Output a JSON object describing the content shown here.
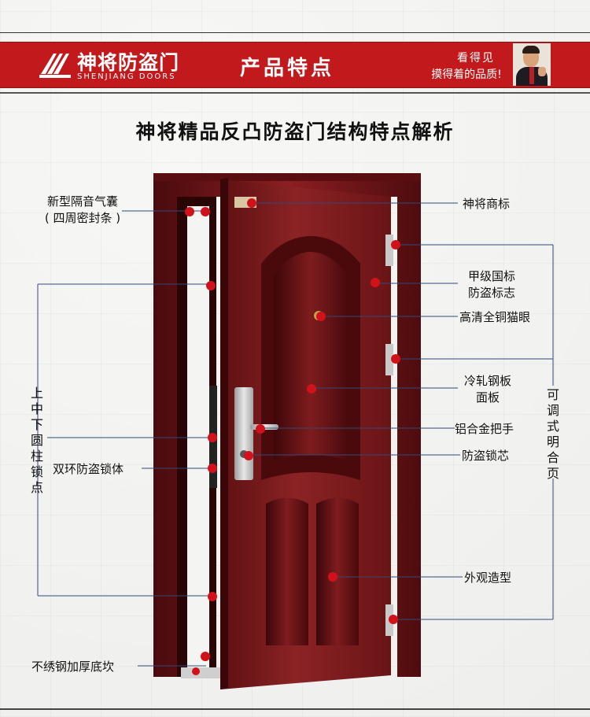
{
  "header": {
    "brand_cn": "神将防盗门",
    "brand_en": "SHENJIANG DOORS",
    "section_title": "产品特点",
    "slogan_line1": "看得见",
    "slogan_line2": "摸得着的品质!",
    "accent_color": "#c2191c"
  },
  "page": {
    "title": "神将精品反凸防盗门结构特点解析"
  },
  "labels": {
    "seal_line1": "新型隔音气囊",
    "seal_line2": "( 四周密封条 )",
    "column_locks": "上中下圆柱锁点",
    "lock_body": "双环防盗锁体",
    "threshold": "不绣钢加厚底坎",
    "brand": "神将商标",
    "certification_line1": "甲级国标",
    "certification_line2": "防盗标志",
    "peephole": "高清全铜猫眼",
    "panel_line1": "冷轧钢板",
    "panel_line2": "面板",
    "handle": "铝合金把手",
    "lock_cylinder": "防盗锁芯",
    "appearance": "外观造型",
    "hinge": "可调式明合页"
  },
  "colors": {
    "marker": "#d1121b",
    "leader_line": "#2f4a78",
    "door": "#8b2325"
  },
  "icons": [
    "brand-logo-icon"
  ]
}
